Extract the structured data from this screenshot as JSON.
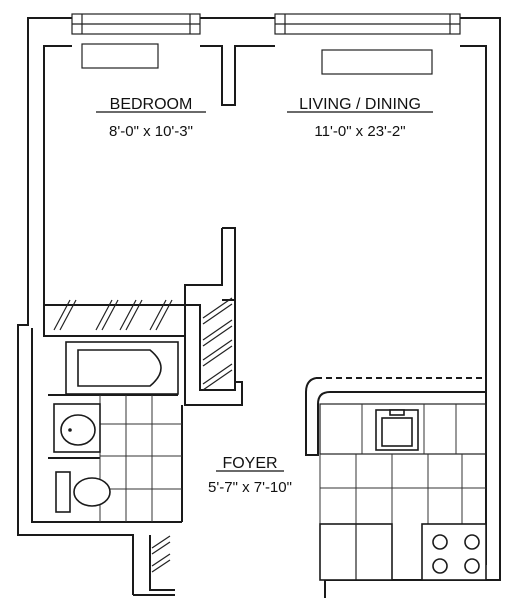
{
  "rooms": {
    "bedroom": {
      "name": "BEDROOM",
      "dimensions": "8'-0\" x 10'-3\""
    },
    "living": {
      "name": "LIVING / DINING",
      "dimensions": "11'-0\" x 23'-2\""
    },
    "foyer": {
      "name": "FOYER",
      "dimensions": "5'-7\" x 7'-10\""
    }
  },
  "icons": [
    "window-icon",
    "bathtub-icon",
    "sink-icon",
    "toilet-icon",
    "stove-icon",
    "kitchen-sink-icon",
    "closet-icon"
  ]
}
